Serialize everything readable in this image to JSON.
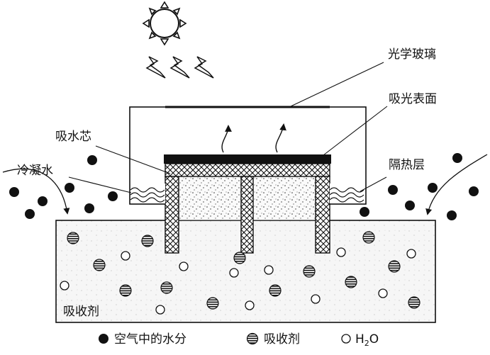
{
  "labels": {
    "optical_glass": "光学玻璃",
    "absorbing_surface": "吸光表面",
    "wick": "吸水芯",
    "condensed_water": "冷凝水",
    "insulation": "隔热层",
    "sorbent": "吸收剂"
  },
  "legend": {
    "air_moisture": "空气中的水分",
    "sorbent": "吸收剂",
    "water_h": "H",
    "water_2": "2",
    "water_o": "O"
  },
  "icons": [
    "sun-icon",
    "sunlight-ray-icon",
    "vapor-arrow-icon",
    "air-flow-arrow-icon"
  ],
  "colors": {
    "ink": "#111111",
    "fill_light": "#f4f4f4"
  }
}
